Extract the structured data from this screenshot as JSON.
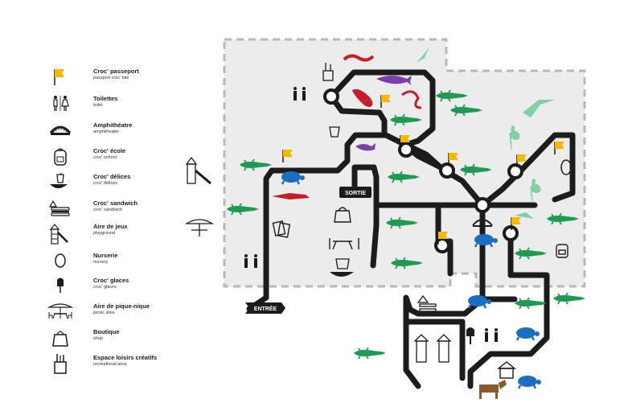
{
  "legend": {
    "items": [
      {
        "title": "Croc' passeport",
        "subtitle": "passport croc' bite",
        "icon": "flag-icon"
      },
      {
        "title": "Toilettes",
        "subtitle": "toilet",
        "icon": "toilet-icon"
      },
      {
        "title": "Amphithéatre",
        "subtitle": "amphitheater",
        "icon": "amphitheater-icon"
      },
      {
        "title": "Croc' école",
        "subtitle": "croc' school",
        "icon": "backpack-icon"
      },
      {
        "title": "Croc' délices",
        "subtitle": "croc' délices",
        "icon": "food-icon"
      },
      {
        "title": "Croc' sandwich",
        "subtitle": "croc' sandwich",
        "icon": "sandwich-icon"
      },
      {
        "title": "Aire de jeux",
        "subtitle": "playground",
        "icon": "playground-icon"
      },
      {
        "title": "Nurserie",
        "subtitle": "nursery",
        "icon": "egg-icon"
      },
      {
        "title": "Croc' glaces",
        "subtitle": "croc' glaces",
        "icon": "ice-cream-icon"
      },
      {
        "title": "Aire de pique-nique",
        "subtitle": "picnic area",
        "icon": "picnic-icon"
      },
      {
        "title": "Boutique",
        "subtitle": "shop",
        "icon": "shop-bag-icon"
      },
      {
        "title": "Espace loisirs créatifs",
        "subtitle": "recreational area",
        "icon": "creative-icon"
      }
    ]
  },
  "map": {
    "entry_label": "ENTRÉE",
    "exit_label": "SORTIE"
  },
  "colors": {
    "path": "#1c1c1c",
    "zone_fill": "#ececed",
    "zone_border": "#b8b8ba",
    "flag": "#f5b800",
    "croc_green": "#1f9a52",
    "light_green": "#7fd1a3",
    "turtle_blue": "#1b6ec2",
    "red": "#c41e2a",
    "purple": "#7a3fb0",
    "goat": "#8b5a2b"
  }
}
